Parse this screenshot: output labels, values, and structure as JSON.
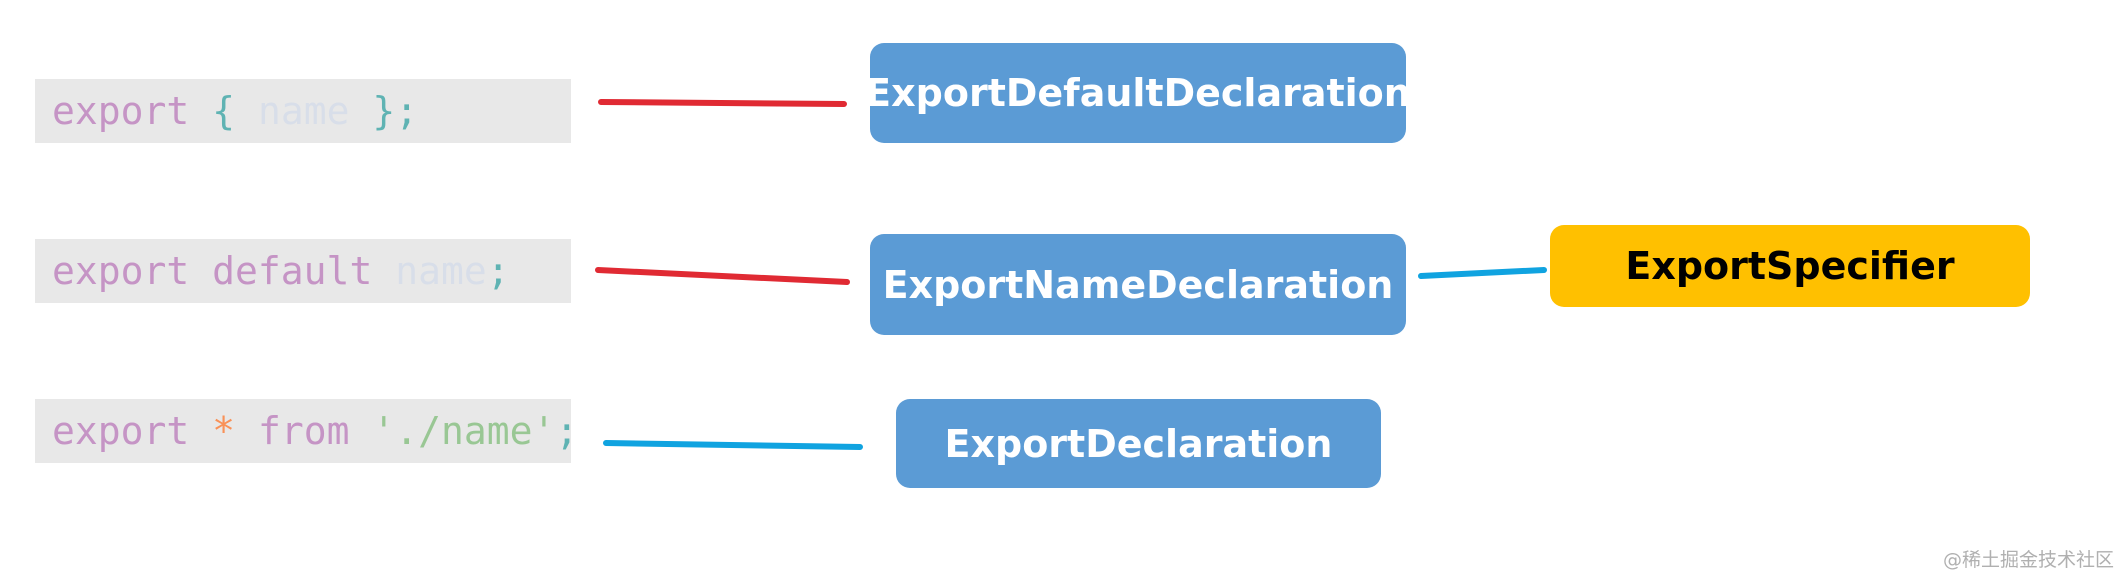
{
  "code_lines": [
    {
      "tokens": [
        {
          "text": "export",
          "kind": "kw"
        },
        {
          "text": " ",
          "kind": "ws"
        },
        {
          "text": "{",
          "kind": "brace"
        },
        {
          "text": " ",
          "kind": "ws"
        },
        {
          "text": "name",
          "kind": "ident"
        },
        {
          "text": " ",
          "kind": "ws"
        },
        {
          "text": "};",
          "kind": "punct"
        }
      ]
    },
    {
      "tokens": [
        {
          "text": "export",
          "kind": "kw"
        },
        {
          "text": " ",
          "kind": "ws"
        },
        {
          "text": "default",
          "kind": "kw"
        },
        {
          "text": " ",
          "kind": "ws"
        },
        {
          "text": "name",
          "kind": "ident"
        },
        {
          "text": ";",
          "kind": "punct"
        }
      ]
    },
    {
      "tokens": [
        {
          "text": "export",
          "kind": "kw"
        },
        {
          "text": " ",
          "kind": "ws"
        },
        {
          "text": "*",
          "kind": "star"
        },
        {
          "text": " ",
          "kind": "ws"
        },
        {
          "text": "from",
          "kind": "kw"
        },
        {
          "text": " ",
          "kind": "ws"
        },
        {
          "text": "'./name'",
          "kind": "str"
        },
        {
          "text": ";",
          "kind": "punct"
        }
      ]
    }
  ],
  "nodes": {
    "export_default_declaration": "ExportDefaultDeclaration",
    "export_name_declaration": "ExportNameDeclaration",
    "export_declaration": "ExportDeclaration",
    "export_specifier": "ExportSpecifier"
  },
  "colors": {
    "node_blue": "#5b9bd5",
    "node_yellow": "#ffc000",
    "connector_red": "#e02a33",
    "connector_blue": "#10a3e0",
    "code_background": "#e8e8e8"
  },
  "watermark": "@稀土掘金技术社区"
}
